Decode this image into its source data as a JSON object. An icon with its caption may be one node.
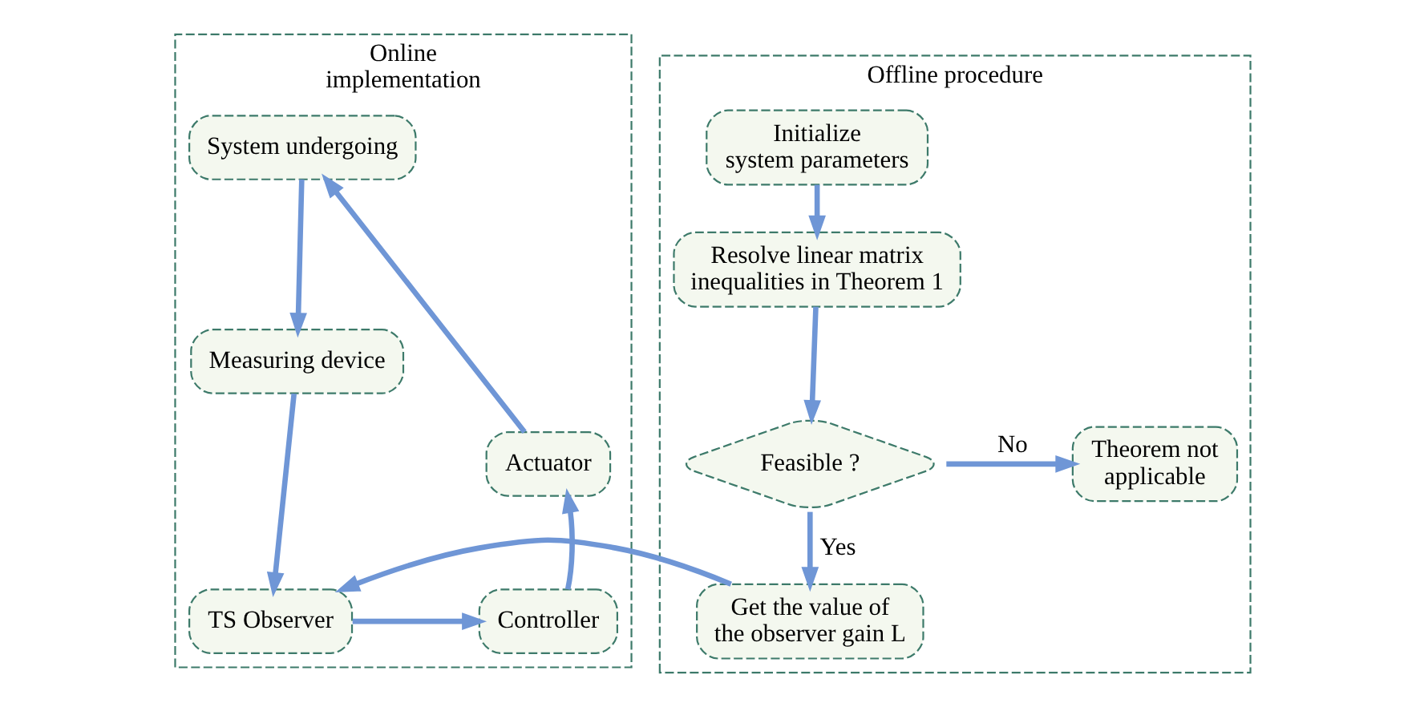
{
  "diagram": {
    "nodes": [
      {
        "text": [
          "Online implementation"
        ]
      },
      {
        "text": [
          "System undergoing"
        ],
        "in": 0
      },
      {
        "text": [
          "Measuring device"
        ],
        "in": 0
      },
      {
        "text": [
          "TS Observer"
        ],
        "in": 0
      },
      {
        "text": [
          "Controller"
        ],
        "in": 0
      },
      {
        "text": [
          "Actuator"
        ],
        "in": 0
      },
      {
        "text": [
          "Offline procedure"
        ]
      },
      {
        "text": [
          "Initialize system parameters"
        ],
        "in": 6
      },
      {
        "text": [
          "Resolve linear matrix inequalities in Theorem 1"
        ],
        "in": 6
      },
      {
        "text": [
          "Feasible ?"
        ],
        "in": 6
      },
      {
        "text": [
          "Theorem not applicable"
        ],
        "in": 6
      },
      {
        "text": [
          "Get the value of the observer gain L"
        ],
        "in": 6
      }
    ],
    "edges": [
      {
        "from": 1,
        "to": 2,
        "arrow": "to"
      },
      {
        "from": 2,
        "to": 3,
        "arrow": "to"
      },
      {
        "from": 3,
        "to": 4,
        "arrow": "to"
      },
      {
        "from": 4,
        "to": 5,
        "arrow": "to"
      },
      {
        "from": 5,
        "to": 1,
        "arrow": "to"
      },
      {
        "from": 7,
        "to": 8,
        "arrow": "to"
      },
      {
        "from": 8,
        "to": 9,
        "arrow": "to"
      },
      {
        "from": 9,
        "to": 10,
        "label": "No",
        "arrow": "to"
      },
      {
        "from": 9,
        "to": 11,
        "label": "Yes",
        "arrow": "to"
      },
      {
        "from": 11,
        "to": 3,
        "arrow": "to"
      }
    ]
  }
}
